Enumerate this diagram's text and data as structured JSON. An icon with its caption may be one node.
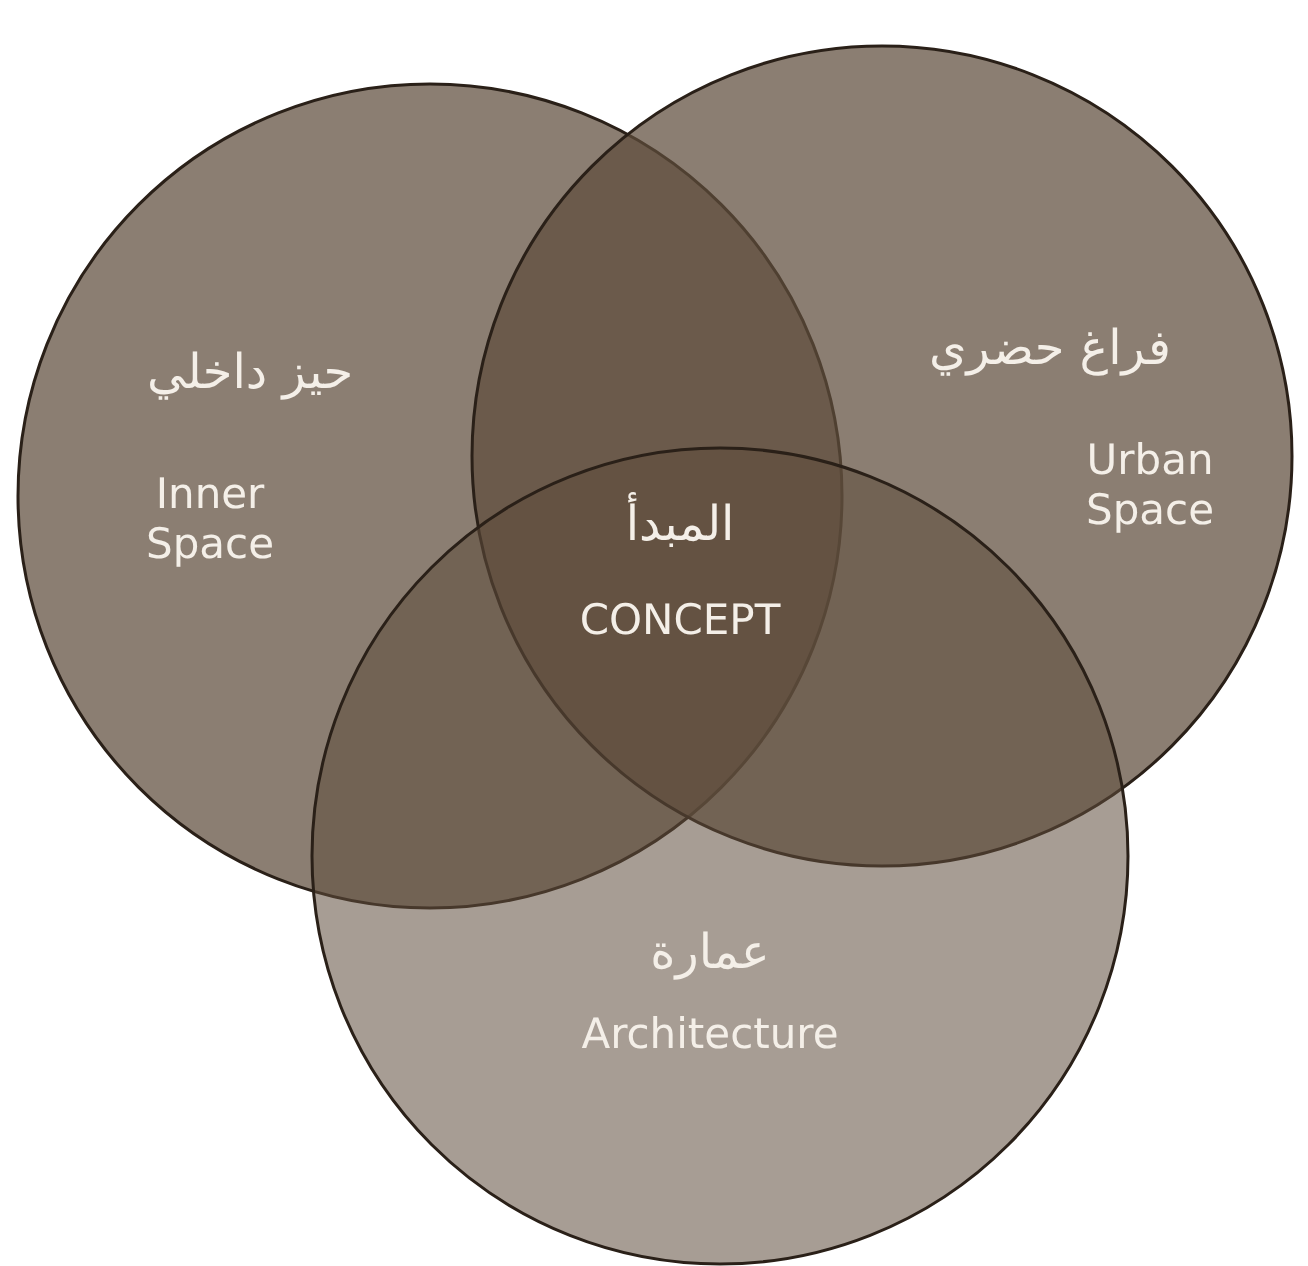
{
  "diagram": {
    "nodes": [
      {
        "text": [
          "حيز داخلي",
          "Inner Space"
        ]
      },
      {
        "text": [
          "فراغ حضري",
          "Urban Space"
        ]
      },
      {
        "text": [
          "عمارة",
          "Architecture"
        ]
      }
    ],
    "edges": [],
    "labels": [
      "المبدأ",
      "CONCEPT"
    ]
  }
}
